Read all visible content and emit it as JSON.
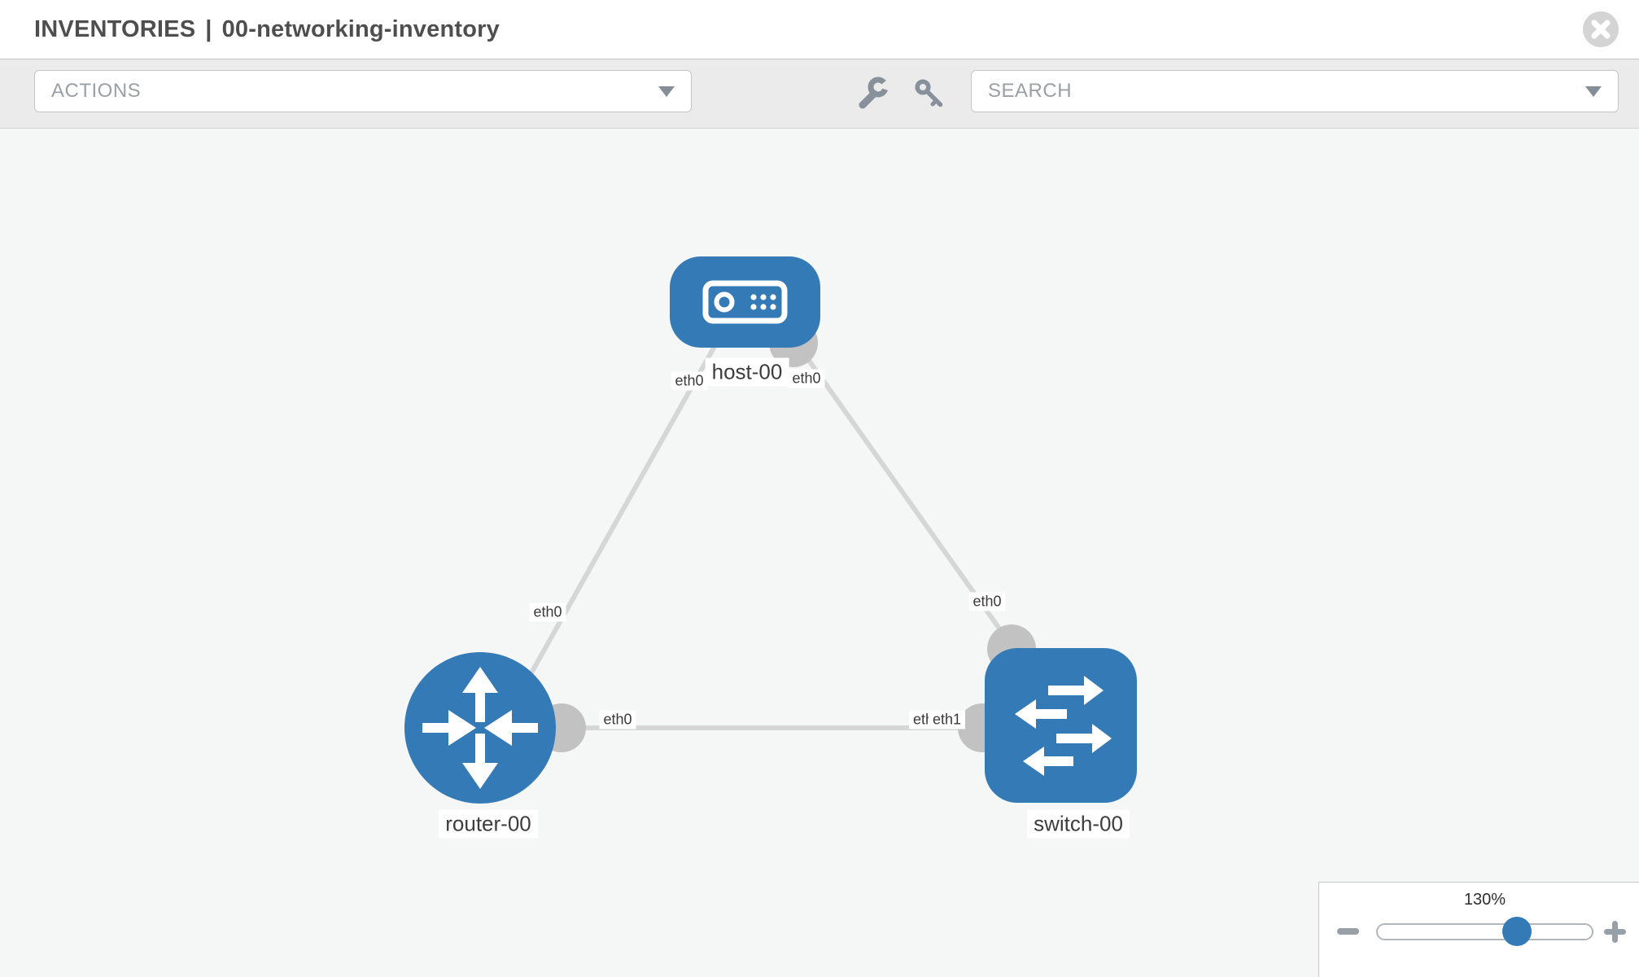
{
  "header": {
    "title_base": "INVENTORIES",
    "title_separator": "|",
    "title_item": "00-networking-inventory"
  },
  "toolbar": {
    "actions_placeholder": "ACTIONS",
    "search_placeholder": "SEARCH",
    "wrench_icon": "wrench",
    "key_icon": "key",
    "caret_icon": "chevron-down"
  },
  "canvas": {
    "nodes": [
      {
        "id": "host-00",
        "label": "host-00",
        "device_type": "host",
        "icon": "server-icon"
      },
      {
        "id": "router-00",
        "label": "router-00",
        "device_type": "router",
        "icon": "router-arrows-icon"
      },
      {
        "id": "switch-00",
        "label": "switch-00",
        "device_type": "switch",
        "icon": "switch-arrows-icon"
      }
    ],
    "links": [
      {
        "source": "host-00",
        "target": "router-00",
        "source_interface": "eth0",
        "target_interface": "eth0"
      },
      {
        "source": "host-00",
        "target": "switch-00",
        "source_interface": "eth0",
        "target_interface": "eth0"
      },
      {
        "source": "router-00",
        "target": "switch-00",
        "source_interface": "eth0",
        "target_interface": "eth1"
      }
    ],
    "interface_labels": [
      {
        "text": "eth0"
      },
      {
        "text": "eth0"
      },
      {
        "text": "eth0"
      },
      {
        "text": "eth0"
      },
      {
        "text": "eth0"
      },
      {
        "text": "eth0"
      },
      {
        "text": "eth1"
      }
    ]
  },
  "zoom_control": {
    "level": "130%",
    "minus_icon": "minus",
    "plus_icon": "plus"
  },
  "colors": {
    "node_blue": "#337ab7",
    "link_gray": "#d6d6d6",
    "port_gray": "#c2c2c2",
    "canvas_bg": "#f5f6f6",
    "toolbar_bg": "#ebebeb"
  }
}
